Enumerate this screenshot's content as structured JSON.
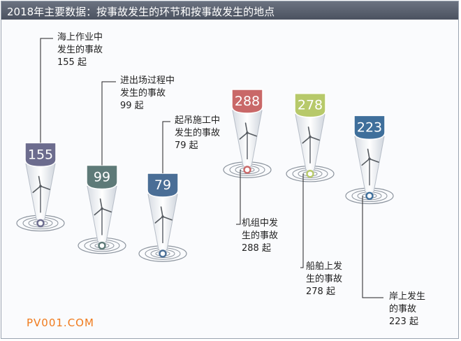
{
  "header": {
    "title": "2018年主要数据：按事故发生的环节和按事故发生的地点"
  },
  "watermark": "PV001.COM",
  "chart_data": {
    "type": "bar",
    "title": "2018年主要数据：按事故发生的环节和按事故发生的地点",
    "value_suffix": "起",
    "categories": [
      "海上作业中发生的事故",
      "进出场过程中发生的事故",
      "起吊施工中发生的事故",
      "机组中发生的事故",
      "船舶上发生的事故",
      "岸上发生的事故"
    ],
    "values": [
      155,
      99,
      79,
      288,
      278,
      223
    ],
    "groups": [
      {
        "name": "按事故发生的环节",
        "categories": [
          "海上作业中发生的事故",
          "进出场过程中发生的事故",
          "起吊施工中发生的事故"
        ]
      },
      {
        "name": "按事故发生的地点",
        "categories": [
          "机组中发生的事故",
          "船舶上发生的事故",
          "岸上发生的事故"
        ]
      }
    ],
    "annotations": [
      {
        "line1": "海上作业中",
        "line2": "发生的事故",
        "line3": "155 起"
      },
      {
        "line1": "进出场过程中",
        "line2": "发生的事故",
        "line3": "99 起"
      },
      {
        "line1": "起吊施工中",
        "line2": "发生的事故",
        "line3": "79 起"
      },
      {
        "line1": "机组中发",
        "line2": "生的事故",
        "line3": "288 起"
      },
      {
        "line1": "船舶上发",
        "line2": "生的事故",
        "line3": "278 起"
      },
      {
        "line1": "岸上发生",
        "line2": "的事故",
        "line3": "223 起"
      }
    ],
    "colors": [
      "#6c6c8e",
      "#5e7a78",
      "#4a6e96",
      "#c96868",
      "#b7c96a",
      "#3f6f9b"
    ]
  }
}
